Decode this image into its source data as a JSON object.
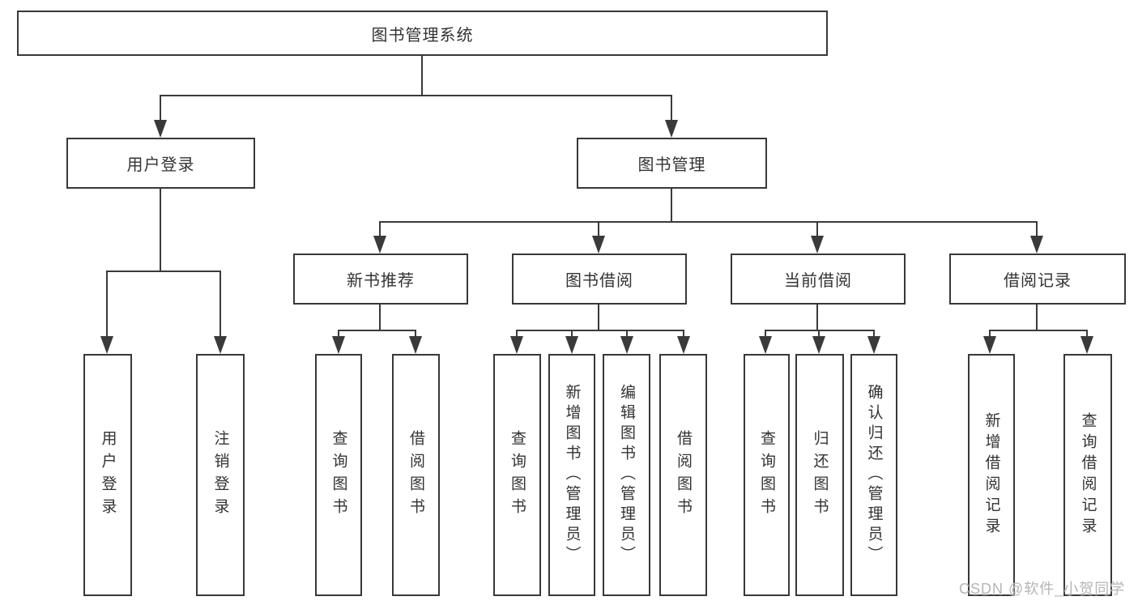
{
  "colors": {
    "line": "#3a3a3a",
    "box_border": "#383838",
    "box_bg": "#ffffff",
    "text": "#333333",
    "watermark": "#b5b5b5"
  },
  "diagram": {
    "root": {
      "label": "图书管理系统"
    },
    "level2": [
      {
        "label": "用户登录"
      },
      {
        "label": "图书管理"
      }
    ],
    "level3": [
      {
        "label": "新书推荐"
      },
      {
        "label": "图书借阅"
      },
      {
        "label": "当前借阅"
      },
      {
        "label": "借阅记录"
      }
    ],
    "leaves": {
      "login": [
        "用户登录",
        "注销登录"
      ],
      "recommend": [
        "查询图书",
        "借阅图书"
      ],
      "borrow": [
        "查询图书",
        "新增图书（管理员）",
        "编辑图书（管理员）",
        "借阅图书"
      ],
      "current": [
        "查询图书",
        "归还图书",
        "确认归还（管理员）"
      ],
      "records": [
        "新增借阅记录",
        "查询借阅记录"
      ]
    }
  },
  "watermark": {
    "text": "CSDN @软件_小贺同学"
  }
}
